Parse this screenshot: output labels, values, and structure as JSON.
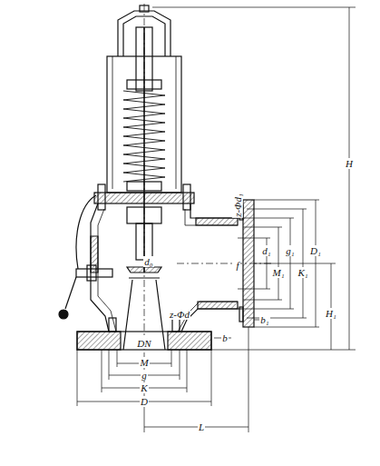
{
  "diagram": {
    "labels": [
      "H",
      "z-Φd₁",
      "d₁",
      "M₁",
      "g₁",
      "K₁",
      "D₁",
      "f",
      "H₁",
      "d₀",
      "z-Φd",
      "b₁",
      "b",
      "DN",
      "M",
      "g",
      "K",
      "D",
      "L"
    ]
  }
}
